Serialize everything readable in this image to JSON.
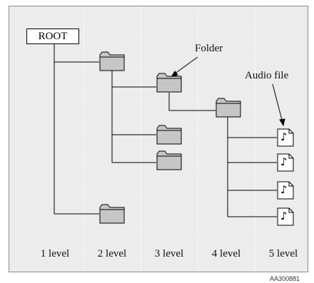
{
  "diagram": {
    "root_label": "ROOT",
    "folder_label": "Folder",
    "audio_label": "Audio file",
    "levels": [
      "1 level",
      "2 level",
      "3 level",
      "4 level",
      "5 level"
    ],
    "figure_code": "AA300881",
    "note_glyph": "♪"
  }
}
